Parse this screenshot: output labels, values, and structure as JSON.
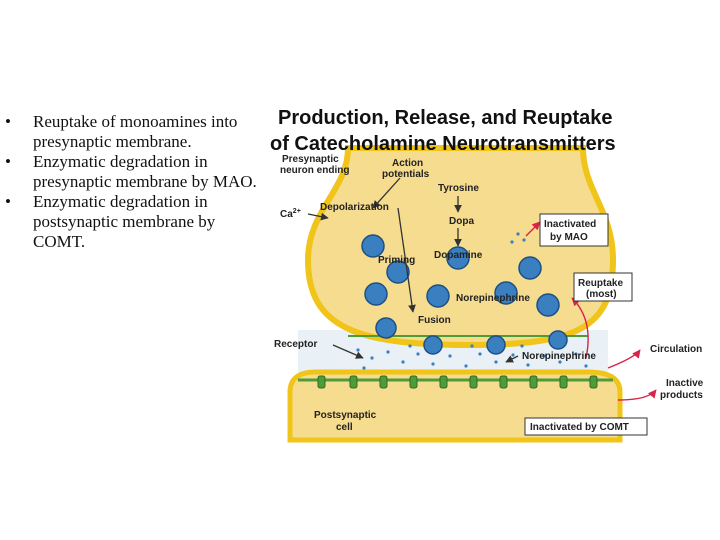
{
  "bullets": [
    "Reuptake of monoamines into presynaptic membrane.",
    "Enzymatic degradation in presynaptic membrane by MAO.",
    "Enzymatic degradation in postsynaptic membrane by COMT."
  ],
  "bullet_marker": "•",
  "diagram": {
    "title_line1": "Production, Release, and Reuptake",
    "title_line2": "of Catecholamine Neurotransmitters",
    "labels": {
      "presynaptic_1": "Presynaptic",
      "presynaptic_2": "neuron ending",
      "action_1": "Action",
      "action_2": "potentials",
      "tyrosine": "Tyrosine",
      "ca": "Ca",
      "ca_sup": "2+",
      "depolarization": "Depolarization",
      "dopa": "Dopa",
      "mao_1": "Inactivated",
      "mao_2": "by MAO",
      "priming": "Priming",
      "dopamine": "Dopamine",
      "reuptake_1": "Reuptake",
      "reuptake_2": "(most)",
      "norepinephrine_vesicle": "Norepinephrine",
      "fusion": "Fusion",
      "receptor": "Receptor",
      "norepinephrine_cleft": "Norepinephrine",
      "circulation": "Circulation",
      "inactive_1": "Inactive",
      "inactive_2": "products",
      "postsynaptic_1": "Postsynaptic",
      "postsynaptic_2": "cell",
      "comt": "Inactivated by COMT"
    },
    "colors": {
      "neuron_fill": "#f6dc8e",
      "neuron_edge": "#f0c419",
      "cleft": "#e9f1f6",
      "vesicle": "#3a7fc0",
      "receptor": "#4f9b3a",
      "arrow_red": "#d8234a",
      "arrow_dark": "#333333"
    }
  }
}
